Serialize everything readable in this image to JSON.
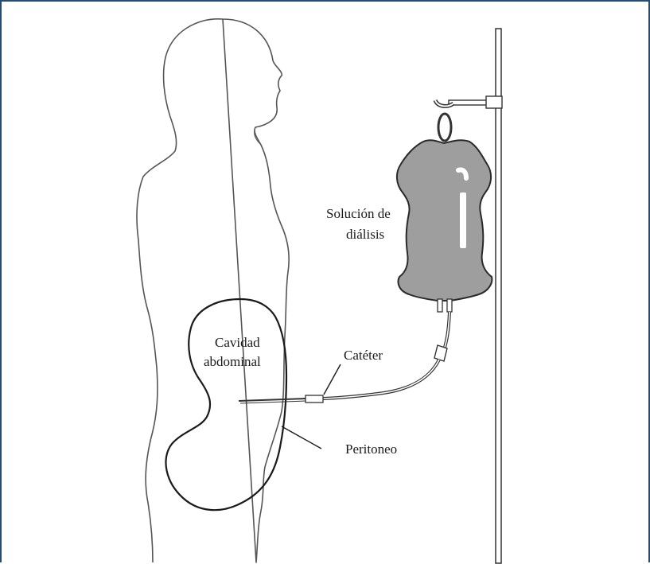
{
  "labels": {
    "solution_line1": "Solución de",
    "solution_line2": "diálisis",
    "cavity_line1": "Cavidad",
    "cavity_line2": "abdominal",
    "catheter": "Catéter",
    "peritoneum": "Peritoneo"
  },
  "colors": {
    "frame": "#1f4e79",
    "bag_fill": "#9e9e9e",
    "outline": "#333333"
  }
}
